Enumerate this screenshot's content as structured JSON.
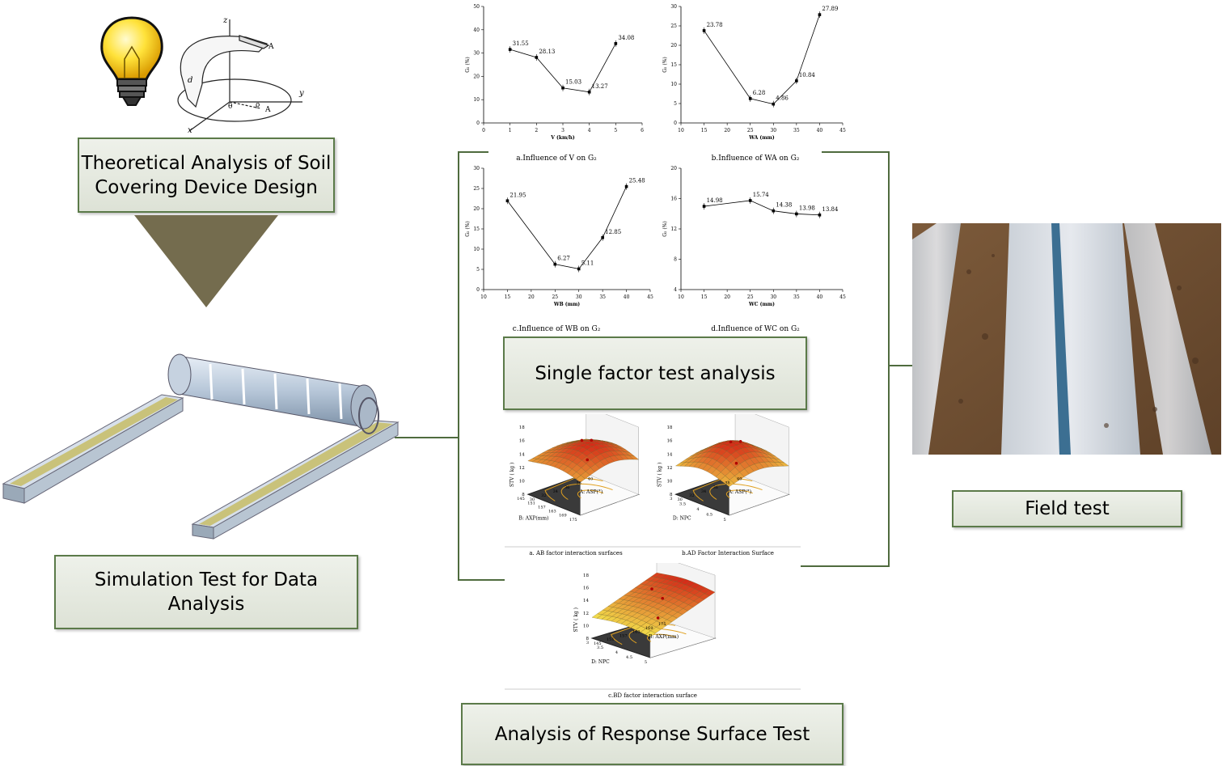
{
  "boxes": {
    "theory": "Theoretical Analysis of Soil Covering Device Design",
    "simulation": "Simulation Test for Data Analysis",
    "single": "Single factor test analysis",
    "response": "Analysis of Response Surface Test",
    "field": "Field test"
  },
  "sketch_labels": {
    "z": "z",
    "y": "y",
    "x": "x",
    "d": "d",
    "theta": "θ",
    "rho": "ρ",
    "A1": "A",
    "A2": "A"
  },
  "captions": {
    "a": "a.Influence of V on G₂",
    "b": "b.Influence of WA on G₂",
    "c": "c.Influence of WB on G₂",
    "d": "d.Influence of WC on G₂",
    "sa": "a. AB factor interaction surfaces",
    "sb": "b.AD Factor Interaction Surface",
    "sc": "c.BD factor interaction surface"
  },
  "surface_labels": {
    "zlabel": "STV ( kg )",
    "zticks": [
      "8",
      "10",
      "12",
      "14",
      "16",
      "18"
    ],
    "a_x": "A: ASP(°)",
    "a_y": "B: AXP(mm)",
    "b_x": "A: ASP(°)",
    "b_y": "D: NPC",
    "c_x": "B: AXP(mm)",
    "c_y": "D: NPC",
    "asp_ticks": [
      "30",
      "32",
      "34",
      "36",
      "38",
      "40"
    ],
    "axp_ticks": [
      "145",
      "151",
      "157",
      "163",
      "169",
      "175"
    ],
    "npc_ticks": [
      "3",
      "3.5",
      "4",
      "4.5",
      "5"
    ]
  },
  "chart_data": [
    {
      "type": "line",
      "xlabel": "V (km/h)",
      "ylabel": "G₂ (%)",
      "xlim": [
        0,
        6
      ],
      "ylim": [
        0,
        50
      ],
      "xticks": [
        0,
        1,
        2,
        3,
        4,
        5,
        6
      ],
      "yticks": [
        0,
        10,
        20,
        30,
        40,
        50
      ],
      "x": [
        1,
        2,
        3,
        4,
        5
      ],
      "y": [
        31.55,
        28.13,
        15.03,
        13.27,
        34.08
      ],
      "labels": [
        "31.55",
        "28.13",
        "15.03",
        "13.27",
        "34.08"
      ]
    },
    {
      "type": "line",
      "xlabel": "WA (mm)",
      "ylabel": "G₂ (%)",
      "xlim": [
        10,
        45
      ],
      "ylim": [
        0,
        30
      ],
      "xticks": [
        10,
        15,
        20,
        25,
        30,
        35,
        40,
        45
      ],
      "yticks": [
        0,
        5,
        10,
        15,
        20,
        25,
        30
      ],
      "x": [
        15,
        25,
        30,
        35,
        40
      ],
      "y": [
        23.78,
        6.28,
        4.86,
        10.84,
        27.89
      ],
      "labels": [
        "23.78",
        "6.28",
        "4.86",
        "10.84",
        "27.89"
      ]
    },
    {
      "type": "line",
      "xlabel": "WB (mm)",
      "ylabel": "G₂ (%)",
      "xlim": [
        10,
        45
      ],
      "ylim": [
        0,
        30
      ],
      "xticks": [
        10,
        15,
        20,
        25,
        30,
        35,
        40,
        45
      ],
      "yticks": [
        0,
        5,
        10,
        15,
        20,
        25,
        30
      ],
      "x": [
        15,
        25,
        30,
        35,
        40
      ],
      "y": [
        21.95,
        6.27,
        5.11,
        12.85,
        25.48
      ],
      "labels": [
        "21.95",
        "6.27",
        "5.11",
        "12.85",
        "25.48"
      ]
    },
    {
      "type": "line",
      "xlabel": "WC (mm)",
      "ylabel": "G₂ (%)",
      "xlim": [
        10,
        45
      ],
      "ylim": [
        4,
        20
      ],
      "xticks": [
        10,
        15,
        20,
        25,
        30,
        35,
        40,
        45
      ],
      "yticks": [
        4,
        8,
        12,
        16,
        20
      ],
      "x": [
        15,
        25,
        30,
        35,
        40
      ],
      "y": [
        14.98,
        15.74,
        14.38,
        13.98,
        13.84
      ],
      "labels": [
        "14.98",
        "15.74",
        "14.38",
        "13.98",
        "13.84"
      ]
    }
  ]
}
